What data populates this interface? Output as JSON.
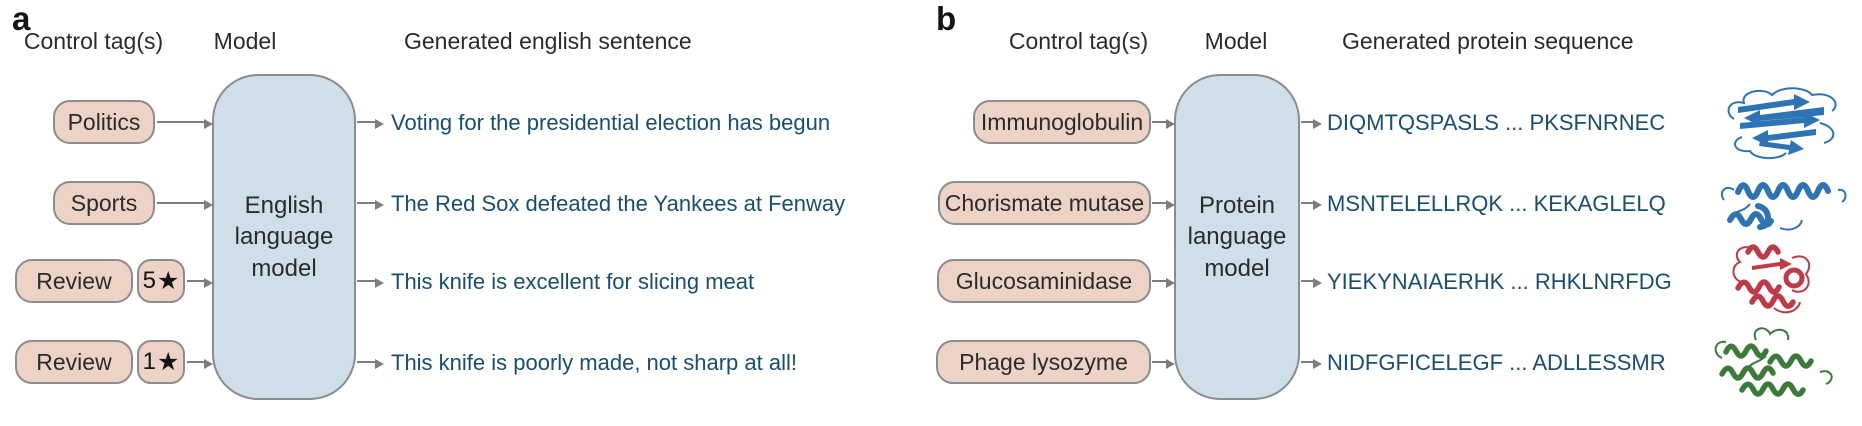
{
  "panel_a": {
    "label": "a",
    "headers": {
      "control": "Control tag(s)",
      "model": "Model",
      "output": "Generated english sentence"
    },
    "model_name": "English language model",
    "rows": [
      {
        "tag": "Politics",
        "output": "Voting for the presidential election has begun"
      },
      {
        "tag": "Sports",
        "output": "The Red Sox defeated the Yankees at Fenway"
      },
      {
        "tag": "Review",
        "badge_number": "5",
        "badge_star": "★",
        "output": "This knife is excellent for slicing meat"
      },
      {
        "tag": "Review",
        "badge_number": "1",
        "badge_star": "★",
        "output": "This knife is poorly made, not sharp at all!"
      }
    ]
  },
  "panel_b": {
    "label": "b",
    "headers": {
      "control": "Control tag(s)",
      "model": "Model",
      "output": "Generated protein sequence"
    },
    "model_name": "Protein language model",
    "rows": [
      {
        "tag": "Immunoglobulin",
        "output": "DIQMTQSPASLS ... PKSFNRNEC",
        "structure": "immunoglobulin-beta-sandwich",
        "structure_color": "#2e74b5"
      },
      {
        "tag": "Chorismate mutase",
        "output": "MSNTELELLRQK ... KEKAGLELQ",
        "structure": "helical-bundle",
        "structure_color": "#2e74b5"
      },
      {
        "tag": "Glucosaminidase",
        "output": "YIEKYNAIAERHK ... RHKLNRFDG",
        "structure": "globular-alpha-beta",
        "structure_color": "#bf3a47"
      },
      {
        "tag": "Phage lysozyme",
        "output": "NIDFGFICELEGF ... ADLLESSMR",
        "structure": "globular-helical",
        "structure_color": "#3c7a3a"
      }
    ]
  },
  "colors": {
    "tag_fill": "#ecd3c6",
    "tag_border": "#8c8c8c",
    "model_box_fill": "#cfdfe9",
    "model_box_border": "#8c8c8c",
    "output_text": "#174e72",
    "arrow": "#7e7e7e",
    "header_text": "#2b2b2b",
    "panel_label": "#141414"
  }
}
